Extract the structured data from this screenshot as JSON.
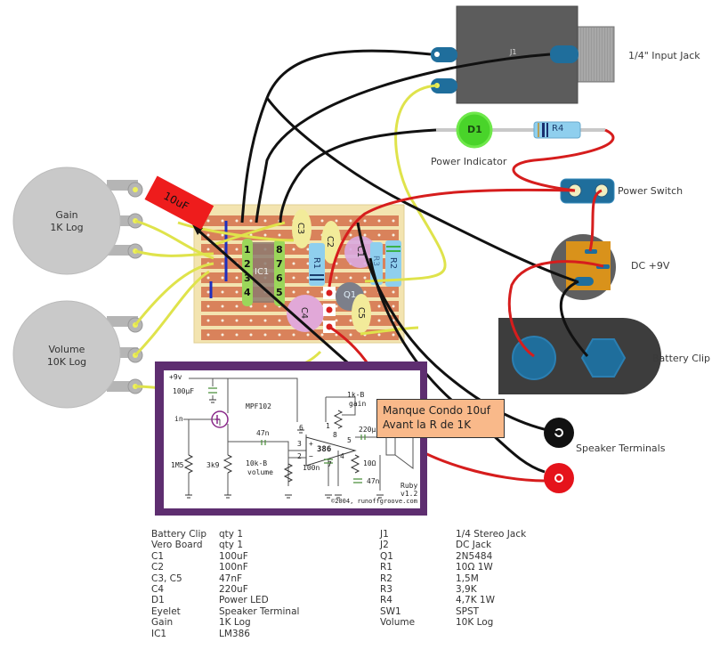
{
  "colors": {
    "pot": "#c9c9c9",
    "board": "#f3e4b0",
    "strip": "#d9825b",
    "wire_yellow": "#dfe34b",
    "wire_black": "#111111",
    "wire_red": "#d61d1d",
    "jack_body": "#5c5c5c",
    "lug_blue": "#1f6e9c",
    "led_green": "#49d42a",
    "dc_orange": "#d9921b",
    "battery_body": "#3d3d3d",
    "cap_red": "#ee1c1c",
    "note_bg": "#f9b98a",
    "schematic_frame": "#5e2e70"
  },
  "pots": [
    {
      "name": "Gain",
      "value": "1K Log"
    },
    {
      "name": "Volume",
      "value": "10K Log"
    }
  ],
  "added_cap": {
    "label": "10uF"
  },
  "board": {
    "ic_label": "IC1",
    "pins_left": [
      "1",
      "2",
      "3",
      "4"
    ],
    "pins_right": [
      "8",
      "7",
      "6",
      "5"
    ],
    "components": [
      "C3",
      "C2",
      "R1",
      "C1",
      "R3",
      "R2",
      "Q1",
      "C4",
      "C5"
    ]
  },
  "jack": {
    "body_label": "J1",
    "label": "1/4\" Input Jack"
  },
  "led": {
    "label": "D1",
    "caption": "Power Indicator"
  },
  "resistor_r4": {
    "label": "R4"
  },
  "power_switch": {
    "label": "Power Switch"
  },
  "dc_jack": {
    "label": "DC +9V"
  },
  "battery": {
    "label": "Battery Clip"
  },
  "speaker": {
    "label": "Speaker Terminals"
  },
  "note": {
    "line1": "Manque Condo 10uf",
    "line2": "Avant la R de 1K"
  },
  "schematic": {
    "supply": "+9v",
    "c_supply": "100µF",
    "fet": "MPF102",
    "input": "in",
    "r_1m5": "1M5",
    "r_3k9": "3k9",
    "c_47n_top": "47n",
    "vol_pot": "10k-B",
    "vol_pot_sub": "volume",
    "gain_pot": "1k-B",
    "gain_pot_sub": "gain",
    "amp": "386",
    "pin6": "6",
    "pin3": "3",
    "pin2": "2",
    "pin1": "1",
    "pin8": "8",
    "pin5": "5",
    "pin4": "4",
    "pin7": "7",
    "plus": "+",
    "minus": "−",
    "c_100n": "100n",
    "c_out": "220µF",
    "r_10": "10Ω",
    "c_47n_bot": "47n",
    "title1": "Ruby",
    "title2": "v1.2",
    "copyright": "©2004, runoffgroove.com"
  },
  "bom_left": [
    {
      "part": "Battery Clip",
      "value": "qty 1"
    },
    {
      "part": "Vero Board",
      "value": "qty 1"
    },
    {
      "part": "C1",
      "value": "100uF"
    },
    {
      "part": "C2",
      "value": "100nF"
    },
    {
      "part": "C3, C5",
      "value": "47nF"
    },
    {
      "part": "C4",
      "value": "220uF"
    },
    {
      "part": "D1",
      "value": "Power LED"
    },
    {
      "part": "Eyelet",
      "value": "Speaker Terminal"
    },
    {
      "part": "Gain",
      "value": "1K Log"
    },
    {
      "part": "IC1",
      "value": "LM386"
    }
  ],
  "bom_right": [
    {
      "part": "J1",
      "value": "1/4 Stereo Jack"
    },
    {
      "part": "J2",
      "value": "DC Jack"
    },
    {
      "part": "Q1",
      "value": "2N5484"
    },
    {
      "part": "R1",
      "value": "10Ω 1W"
    },
    {
      "part": "R2",
      "value": "1,5M"
    },
    {
      "part": "R3",
      "value": "3,9K"
    },
    {
      "part": "R4",
      "value": "4,7K 1W"
    },
    {
      "part": "SW1",
      "value": "SPST"
    },
    {
      "part": "Volume",
      "value": "10K Log"
    }
  ]
}
